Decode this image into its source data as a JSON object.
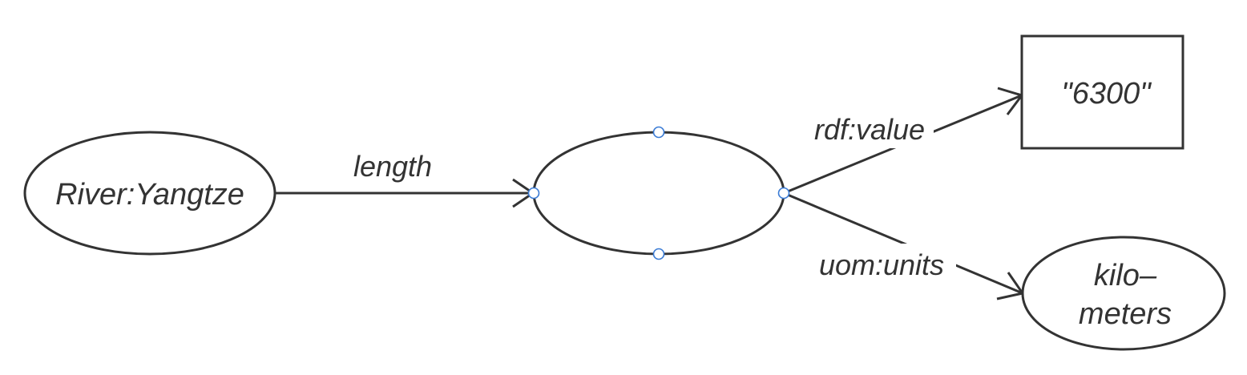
{
  "diagram": {
    "nodes": {
      "river": {
        "label": "River:Yangtze"
      },
      "blank": {
        "label": ""
      },
      "value": {
        "label": "\"6300\""
      },
      "unit": {
        "label_line1": "kilo–",
        "label_line2": "meters"
      }
    },
    "edges": {
      "length": {
        "label": "length"
      },
      "rdf_value": {
        "label": "rdf:value"
      },
      "uom_units": {
        "label": "uom:units"
      }
    },
    "colors": {
      "stroke": "#333333",
      "selection_handle": "#3a7bd5",
      "background": "#ffffff"
    }
  }
}
